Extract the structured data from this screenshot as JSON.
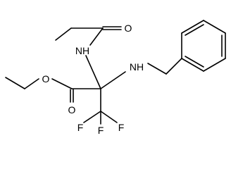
{
  "molecule": {
    "atom_labels": {
      "amide_O": "O",
      "amide_NH": "NH",
      "amine_NH": "NH",
      "ester_Oe": "O",
      "ester_Oc": "O",
      "F1": "F",
      "F2": "F",
      "F3": "F"
    },
    "ink_color": "#000000",
    "background_color": "#ffffff"
  }
}
